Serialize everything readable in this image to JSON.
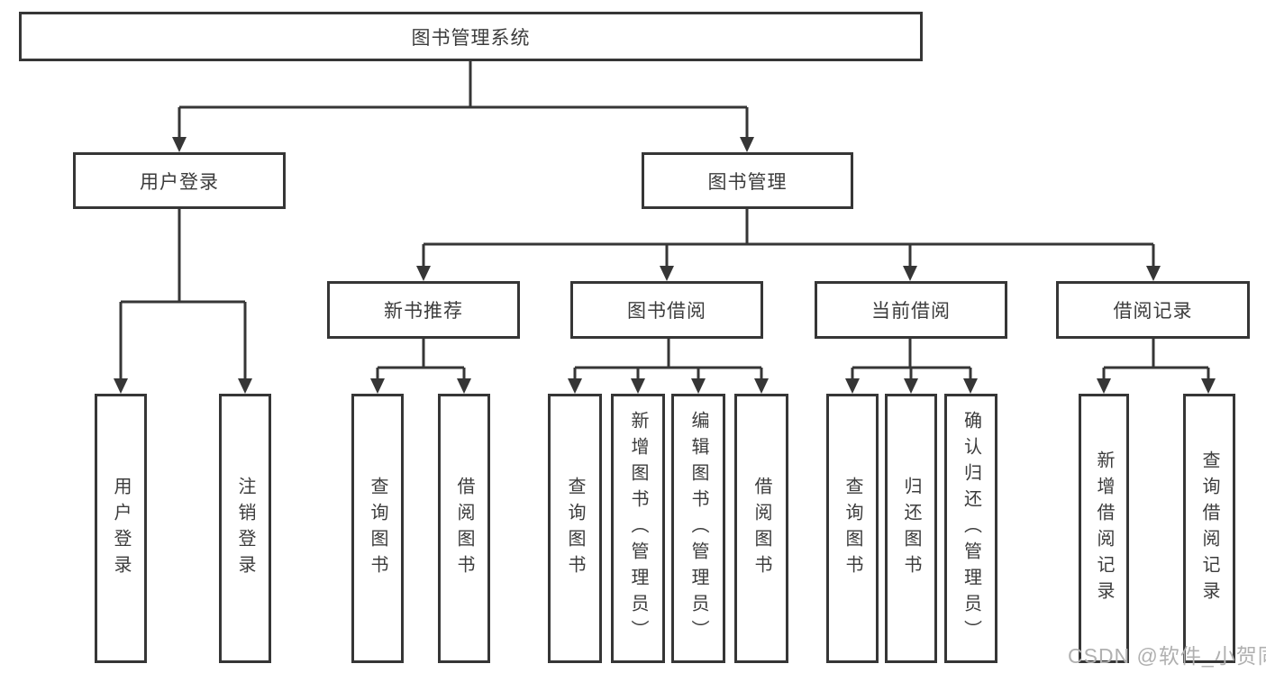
{
  "colors": {
    "line": "#363636",
    "text": "#3c3c3c",
    "watermark": "#b0b0b0",
    "background": "#ffffff"
  },
  "watermark": "CSDN @软件_小贺同学",
  "nodes": {
    "root": {
      "label": "图书管理系统"
    },
    "user_login": {
      "label": "用户登录"
    },
    "book_management": {
      "label": "图书管理"
    },
    "new_book_recommend": {
      "label": "新书推荐"
    },
    "book_borrow": {
      "label": "图书借阅"
    },
    "current_borrow": {
      "label": "当前借阅"
    },
    "borrow_record": {
      "label": "借阅记录"
    }
  },
  "leaves": {
    "user_login": {
      "label": "用户登录"
    },
    "logout": {
      "label": "注销登录"
    },
    "recommend_query_books": {
      "label": "查询图书"
    },
    "recommend_borrow_books": {
      "label": "借阅图书"
    },
    "borrow_query_books": {
      "label": "查询图书"
    },
    "borrow_add_books": {
      "label": "新增图书（管理员）"
    },
    "borrow_edit_books": {
      "label": "编辑图书（管理员）"
    },
    "borrow_borrow_books": {
      "label": "借阅图书"
    },
    "current_query_books": {
      "label": "查询图书"
    },
    "current_return_books": {
      "label": "归还图书"
    },
    "current_confirm_return": {
      "label": "确认归还（管理员）"
    },
    "record_add": {
      "label": "新增借阅记录"
    },
    "record_query": {
      "label": "查询借阅记录"
    }
  },
  "hierarchy": {
    "图书管理系统": [
      "用户登录",
      "图书管理"
    ],
    "用户登录": [
      "用户登录",
      "注销登录"
    ],
    "图书管理": [
      "新书推荐",
      "图书借阅",
      "当前借阅",
      "借阅记录"
    ],
    "新书推荐": [
      "查询图书",
      "借阅图书"
    ],
    "图书借阅": [
      "查询图书",
      "新增图书（管理员）",
      "编辑图书（管理员）",
      "借阅图书"
    ],
    "当前借阅": [
      "查询图书",
      "归还图书",
      "确认归还（管理员）"
    ],
    "借阅记录": [
      "新增借阅记录",
      "查询借阅记录"
    ]
  }
}
